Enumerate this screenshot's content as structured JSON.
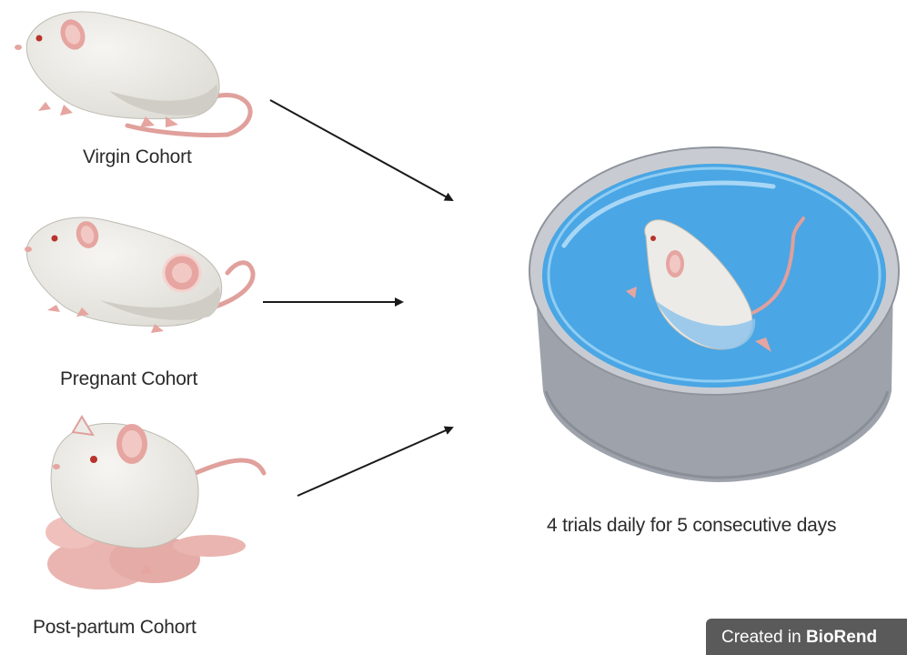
{
  "cohorts": [
    {
      "label": "Virgin Cohort"
    },
    {
      "label": "Pregnant Cohort"
    },
    {
      "label": "Post-partum Cohort"
    }
  ],
  "outcome": {
    "label": "4 trials daily for 5 consecutive days"
  },
  "watermark": {
    "prefix": "Created in ",
    "brand": "BioRend"
  },
  "colors": {
    "mouse_body": "#ecebe7",
    "mouse_shade": "#d2d0c8",
    "mouse_pink": "#e8a8a4",
    "water": "#4aa6e4",
    "tub_gray": "#9ea3ab",
    "arrow": "#1a1a1a",
    "badge": "#5a5a5a"
  },
  "icons": [
    "virgin-mouse-icon",
    "pregnant-mouse-icon",
    "postpartum-mouse-with-pups-icon",
    "swim-tank-icon",
    "swimming-mouse-icon",
    "arrow-icon"
  ]
}
